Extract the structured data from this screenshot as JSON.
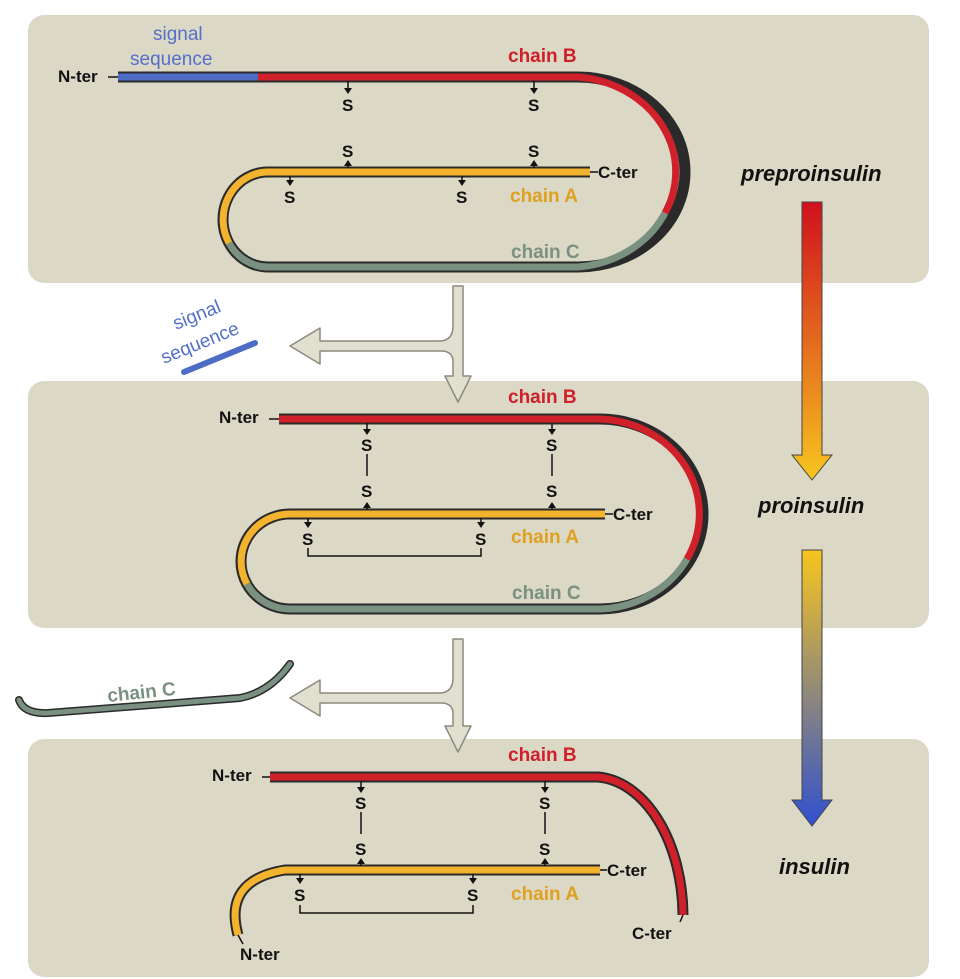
{
  "colors": {
    "panel": "#DBD8C6",
    "chain_b": "#D0202A",
    "chain_a": "#F4B32E",
    "chain_c": "#7A9080",
    "signal": "#4E6CC4",
    "arrow_fill": "#E1DFCF",
    "arrow_stroke": "#8B8A7D",
    "outline": "#2A2A2A"
  },
  "labels": {
    "n_ter": "N-ter",
    "c_ter": "C-ter",
    "s": "S",
    "chain_a": "chain A",
    "chain_b": "chain B",
    "chain_c": "chain C",
    "signal_line1": "signal",
    "signal_line2": "sequence"
  },
  "stages": {
    "preproinsulin": "preproinsulin",
    "proinsulin": "proinsulin",
    "insulin": "insulin"
  }
}
